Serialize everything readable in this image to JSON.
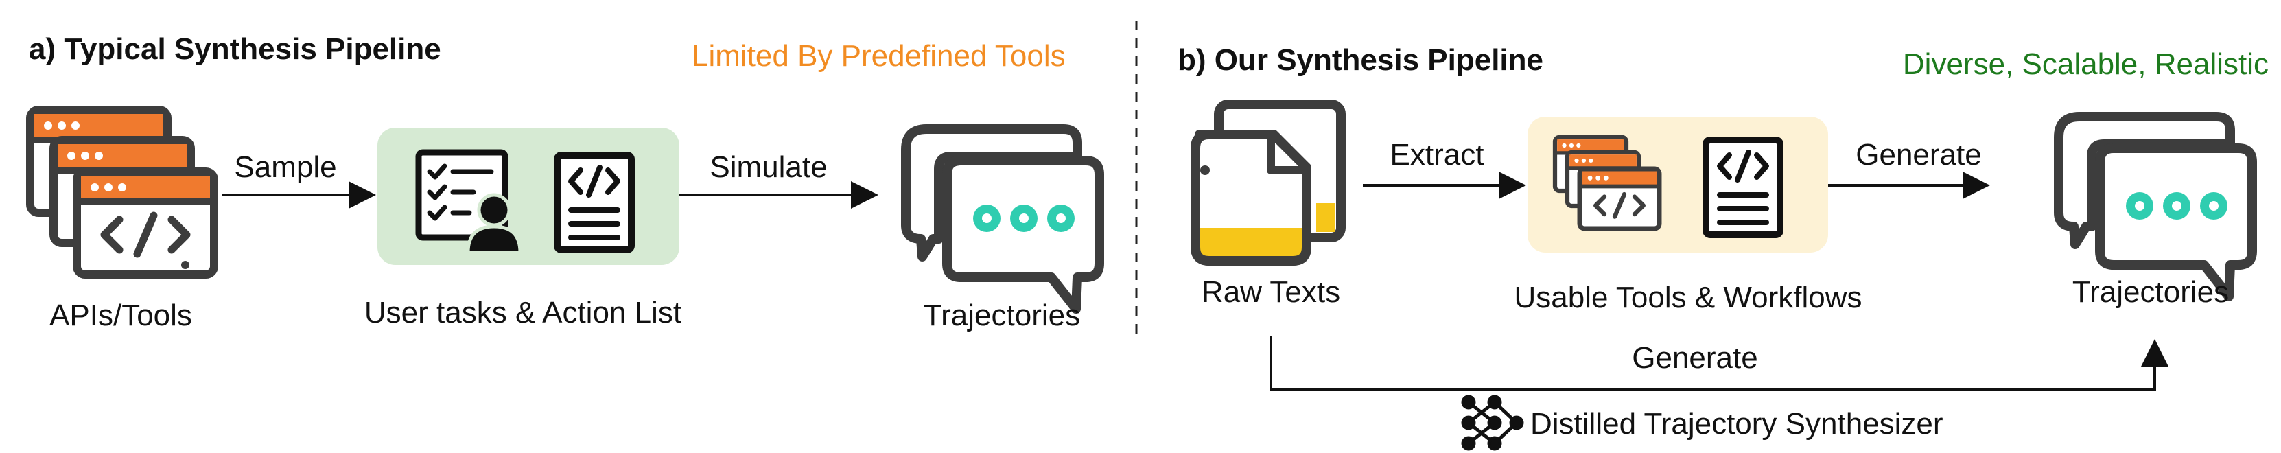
{
  "left": {
    "title": "a) Typical Synthesis Pipeline",
    "note": "Limited By Predefined Tools",
    "nodes": {
      "apis": "APIs/Tools",
      "tasks": "User tasks & Action List",
      "traj": "Trajectories"
    },
    "edges": {
      "sample": "Sample",
      "simulate": "Simulate"
    }
  },
  "right": {
    "title": "b) Our Synthesis Pipeline",
    "note": "Diverse, Scalable, Realistic",
    "nodes": {
      "raw": "Raw Texts",
      "tools": "Usable Tools & Workflows",
      "traj": "Trajectories"
    },
    "edges": {
      "extract": "Extract",
      "generate": "Generate",
      "generate_bottom": "Generate"
    },
    "synthesizer": "Distilled Trajectory Synthesizer"
  },
  "colors": {
    "orange": "#F07A2E",
    "orange_text": "#F28C22",
    "green_text": "#1E7B1E",
    "teal": "#2FCDB0",
    "yellow": "#F6C619",
    "dark": "#3D3D3D",
    "green_bg": "#D6EAD3",
    "cream_bg": "#FDF2D5"
  },
  "icons": {
    "apis": "browser-code-window-stack-icon",
    "tasks": "task-checklist-person-icon",
    "code_doc": "code-document-icon",
    "chat": "chat-bubbles-icon",
    "raw": "document-stack-icon",
    "synth": "neural-network-icon"
  }
}
